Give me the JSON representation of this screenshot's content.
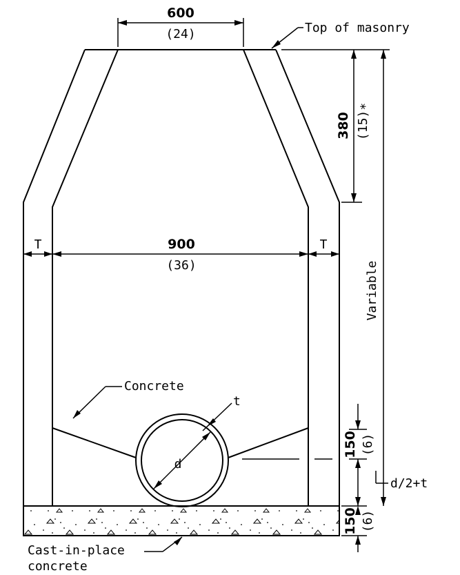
{
  "labels": {
    "top_width": "600",
    "top_width_in": "(24)",
    "top_of_masonry": "Top of masonry",
    "cone_height": "380",
    "cone_height_in": "(15)∗",
    "wall_t_left": "T",
    "wall_t_right": "T",
    "barrel_width": "900",
    "barrel_width_in": "(36)",
    "variable": "Variable",
    "concrete": "Concrete",
    "pipe_wall": "t",
    "pipe_dia": "d",
    "pipe_offset": "150",
    "pipe_offset_in": "(6)",
    "pipe_centerline": "d/2+t",
    "base_thickness": "150",
    "base_thickness_in": "(6)",
    "cast_in_place_line1": "Cast-in-place",
    "cast_in_place_line2": "concrete"
  }
}
